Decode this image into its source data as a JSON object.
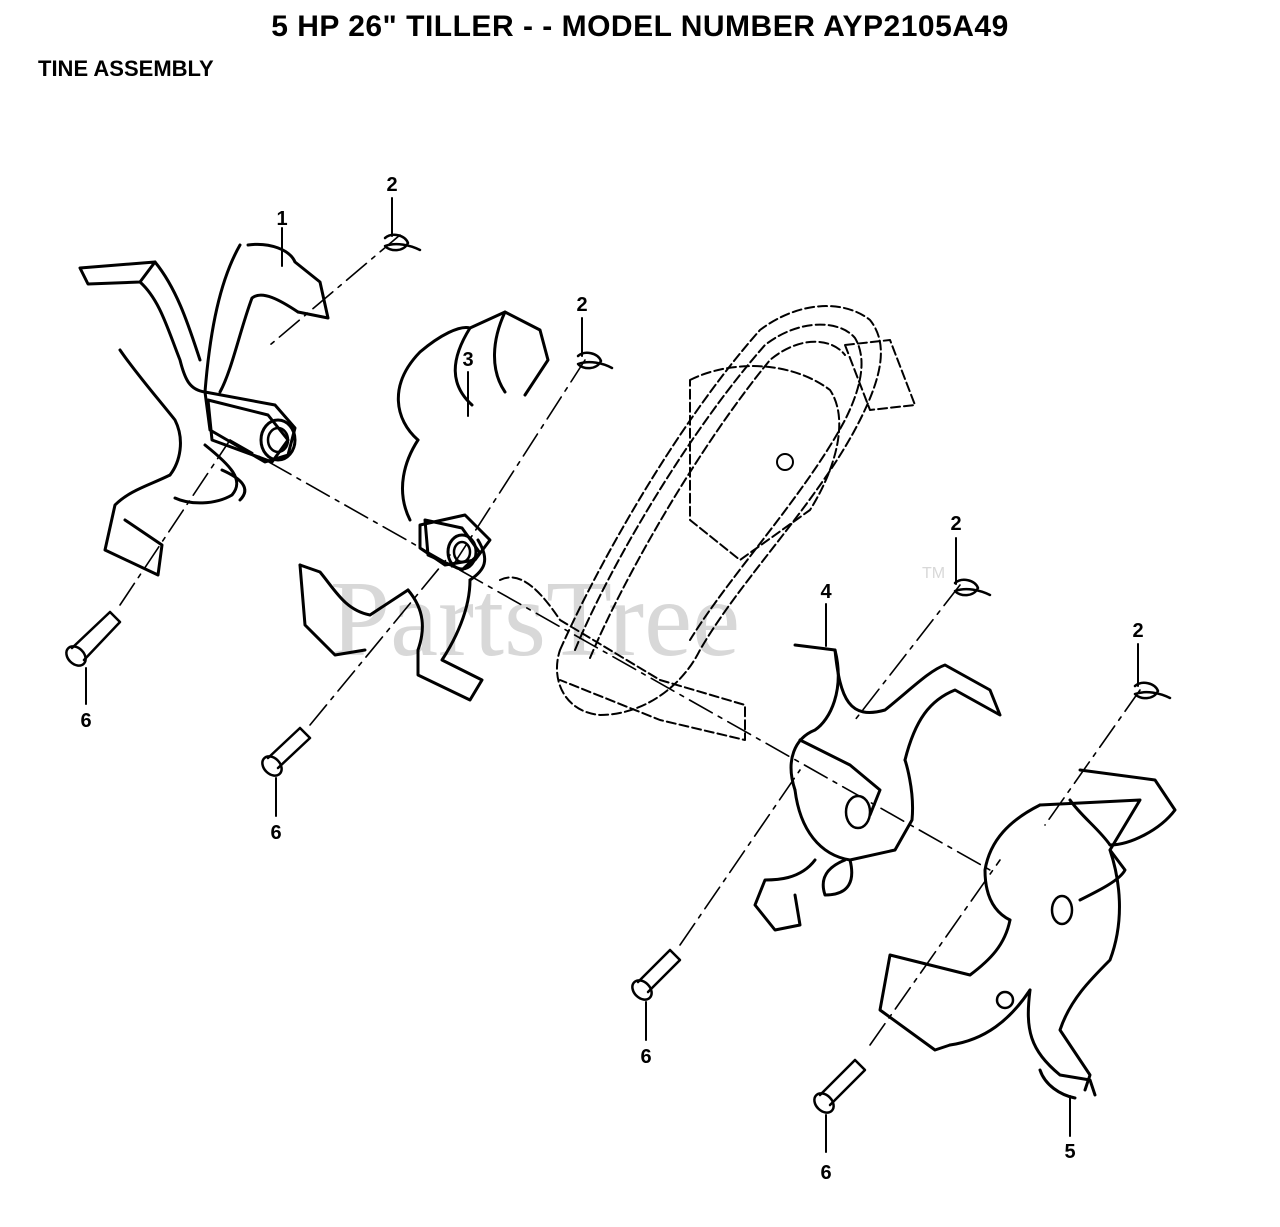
{
  "title": "5 HP 26\" TILLER - - MODEL NUMBER AYP2105A49",
  "subtitle": "TINE ASSEMBLY",
  "watermark": {
    "text": "PartsTree",
    "tm": "TM"
  },
  "callouts": [
    "1",
    "2",
    "2",
    "3",
    "2",
    "4",
    "2",
    "5",
    "6",
    "6",
    "6",
    "6"
  ]
}
